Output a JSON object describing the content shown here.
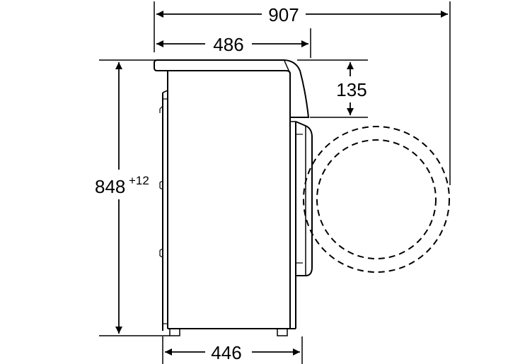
{
  "dimensions": {
    "overall_depth": "907",
    "top_depth": "486",
    "door_offset": "135",
    "height": "848",
    "height_tolerance": "+12",
    "base_depth": "446"
  }
}
